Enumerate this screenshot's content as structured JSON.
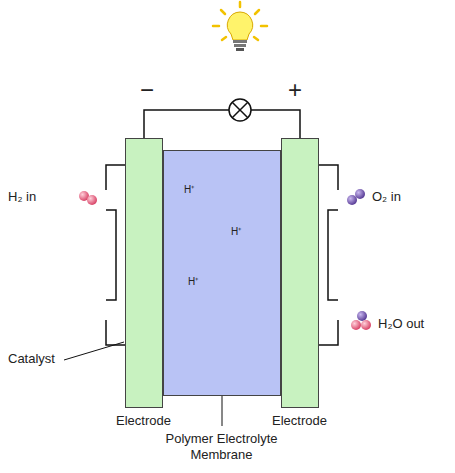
{
  "diagram": {
    "nodes": [
      {
        "text": [
          "Electrode"
        ]
      },
      {
        "text": [
          "Polymer Electrolyte Membrane"
        ]
      },
      {
        "text": [
          "Electrode"
        ]
      }
    ],
    "edges": [
      {
        "from": 0,
        "to": 2,
        "arrow": "none"
      }
    ],
    "labels": [
      "H₂ in",
      "O₂ in",
      "H₂O out",
      "H⁺",
      "H⁺",
      "H⁺",
      "−",
      "+",
      "Catalyst"
    ]
  }
}
